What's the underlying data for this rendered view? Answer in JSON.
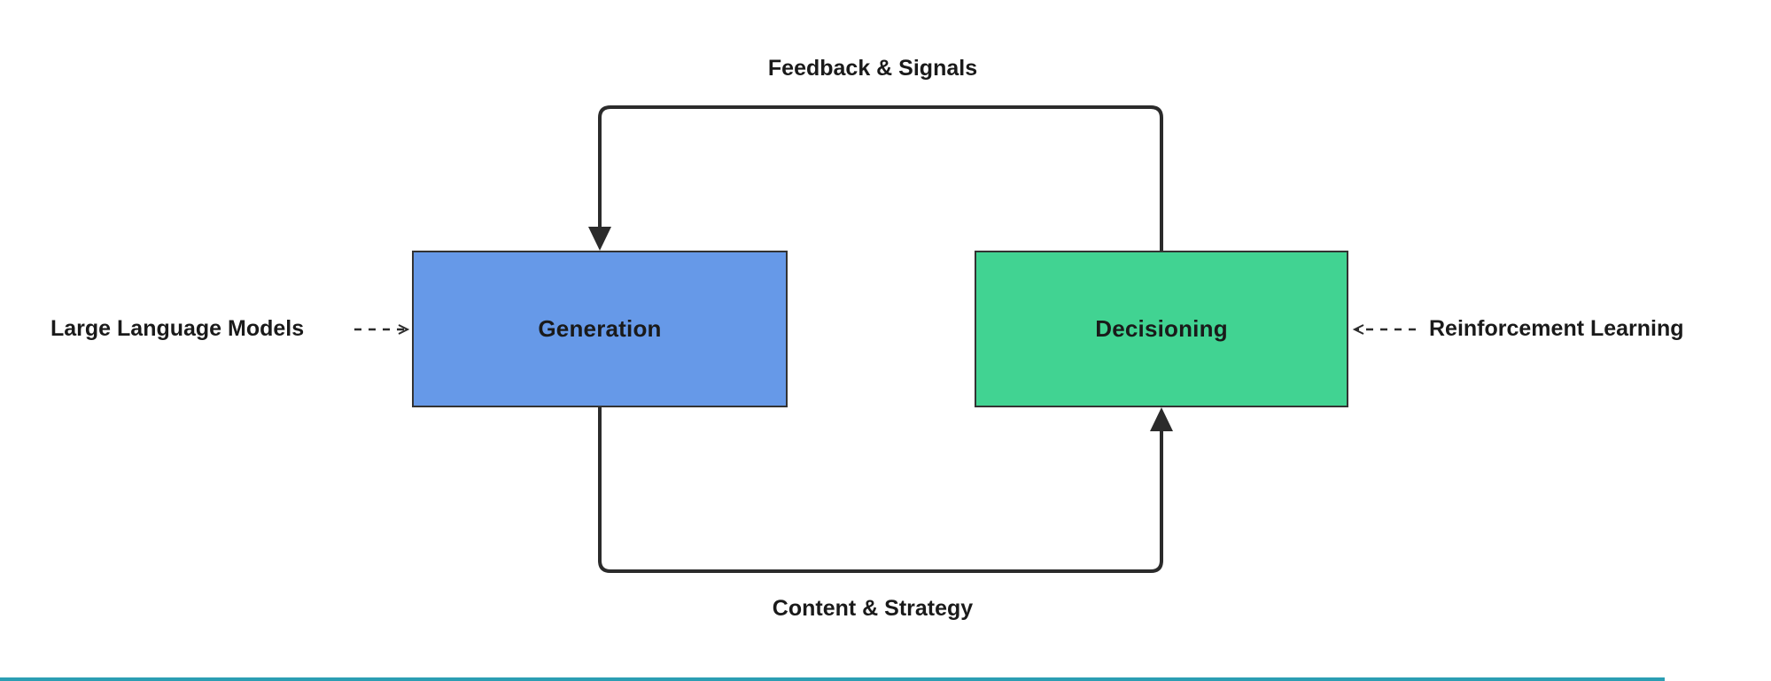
{
  "diagram": {
    "nodes": {
      "generation": {
        "label": "Generation",
        "fill": "#6699e8",
        "border": "#333333"
      },
      "decisioning": {
        "label": "Decisioning",
        "fill": "#41d392",
        "border": "#333333"
      }
    },
    "edge_labels": {
      "feedback": "Feedback & Signals",
      "strategy": "Content & Strategy"
    },
    "side_labels": {
      "left": "Large Language Models",
      "right": "Reinforcement Learning"
    },
    "colors": {
      "line": "#2b2b2b",
      "text": "#1a1a1a",
      "bottom_bar": "#2b9eb3"
    }
  }
}
